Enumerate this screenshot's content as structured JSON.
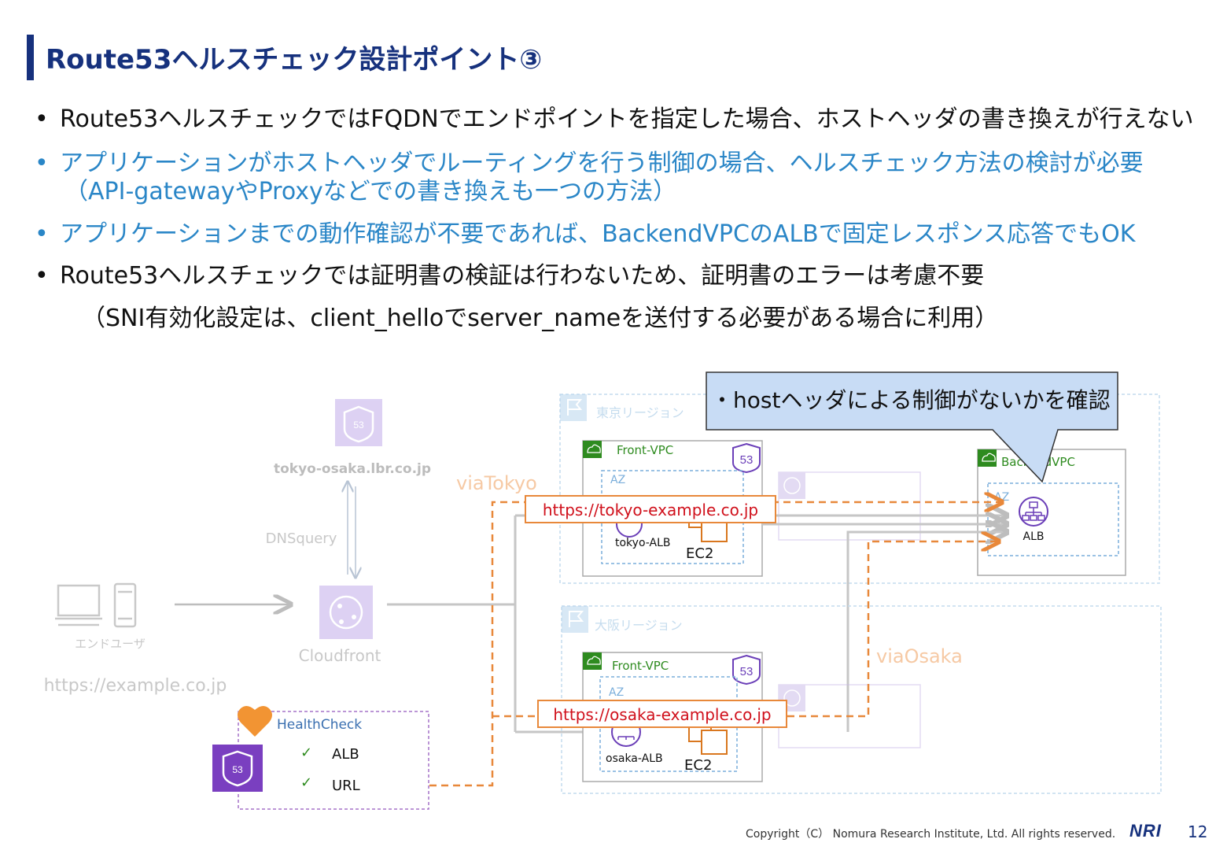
{
  "title": "Route53ヘルスチェック設計ポイント③",
  "bullets": [
    {
      "text": "Route53ヘルスチェックではFQDNでエンドポイントを指定した場合、ホストヘッダの書き換えが行えない",
      "color": "#111111"
    },
    {
      "text": "アプリケーションがホストヘッダでルーティングを行う制御の場合、ヘルスチェック方法の検討が必要",
      "cont": "（API-gatewayやProxyなどでの書き換えも一つの方法）",
      "color": "#2a86c7"
    },
    {
      "text": "アプリケーションまでの動作確認が不要であれば、BackendVPCのALBで固定レスポンス応答でもOK",
      "color": "#2a86c7"
    },
    {
      "text": "Route53ヘルスチェックでは証明書の検証は行わないため、証明書のエラーは考慮不要",
      "cont": "（SNI有効化設定は、client_helloでserver_nameを送付する必要がある場合に利用）",
      "color": "#111111"
    }
  ],
  "diagram": {
    "r53_domain": "tokyo-osaka.lbr.co.jp",
    "dns_query": "DNSquery",
    "end_user": "エンドユーザ",
    "end_user_url": "https://example.co.jp",
    "cloudfront": "Cloudfront",
    "via_tokyo": "viaTokyo",
    "via_osaka": "viaOsaka",
    "tokyo_region": "東京リージョン",
    "osaka_region": "大阪リージョン",
    "front_vpc_tokyo": "Front-VPC",
    "front_vpc_osaka": "Front-VPC",
    "az": "AZ",
    "tokyo_alb": "tokyo-ALB",
    "osaka_alb": "osaka-ALB",
    "ec2": "EC2",
    "backend_vpc": "BackendVPC",
    "backend_alb": "ALB",
    "r53_badge": "53",
    "tokyo_url": "https://tokyo-example.co.jp",
    "osaka_url": "https://osaka-example.co.jp",
    "callout": "・hostヘッダによる制御がないかを確認",
    "healthcheck": "HealthCheck",
    "hc_alb": "ALB",
    "hc_url": "URL",
    "check": "✓"
  },
  "footer": {
    "copyright": "Copyright（C） Nomura Research Institute, Ltd. All rights reserved.",
    "logo": "NRI",
    "page": "12"
  },
  "colors": {
    "title": "#16317d",
    "accent_blue": "#2a86c7",
    "orange": "#e8883a",
    "url_red": "#d0101b",
    "purple": "#7a3fc0",
    "green": "#2e8b1f",
    "callout_bg": "#c8dcf5"
  }
}
